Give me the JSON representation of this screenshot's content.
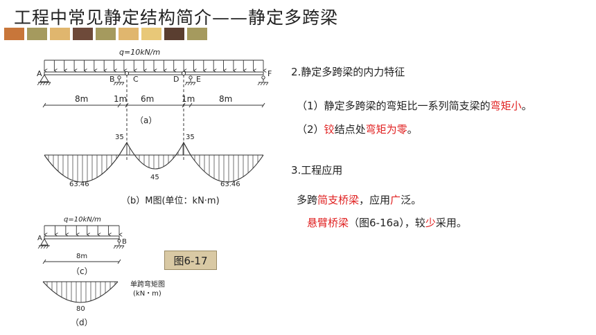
{
  "title": "工程中常见静定结构简介——静定多跨梁",
  "swatch_colors": [
    "#c8763a",
    "#a59a5e",
    "#e0b66e",
    "#6e4a3a",
    "#a59a5e",
    "#e0b66e",
    "#e8c878",
    "#5a3e30",
    "#a59a5e"
  ],
  "figure": {
    "a": {
      "load_label": "q=10kN/m",
      "nodes": [
        "A",
        "B",
        "C",
        "D",
        "E",
        "F"
      ],
      "spans": [
        "8m",
        "1m",
        "6m",
        "1m",
        "8m"
      ],
      "caption": "（a）"
    },
    "b": {
      "values": [
        "35",
        "35",
        "45",
        "63.46",
        "63.46"
      ],
      "caption": "（b）M图(单位：kN·m)"
    },
    "c": {
      "load_label": "q=10kN/m",
      "nodes": [
        "A",
        "B"
      ],
      "span": "8m",
      "caption": "（c）"
    },
    "d": {
      "value": "80",
      "label_line1": "单跨弯矩图",
      "label_line2": "(kN・m)",
      "caption": "（d）"
    },
    "figure_label": "图6-17"
  },
  "right": {
    "heading2": "2.静定多跨梁的内力特征",
    "item1": {
      "prefix": "（1）静定多跨梁的弯矩比一系列简支梁的",
      "red": "弯矩小",
      "suffix": "。"
    },
    "item2": {
      "prefix": "（2）",
      "red1": "铰",
      "middle": "结点处",
      "red2": "弯矩为零",
      "suffix": "。"
    },
    "heading3": "3.工程应用",
    "app1": {
      "prefix": "多跨",
      "red1": "简支桥梁",
      "middle": "，应用",
      "red2": "广",
      "suffix": "泛。"
    },
    "app2": {
      "red1": "悬臂桥梁",
      "middle": "（图6-16a），较",
      "red2": "少",
      "suffix": "采用。"
    }
  }
}
